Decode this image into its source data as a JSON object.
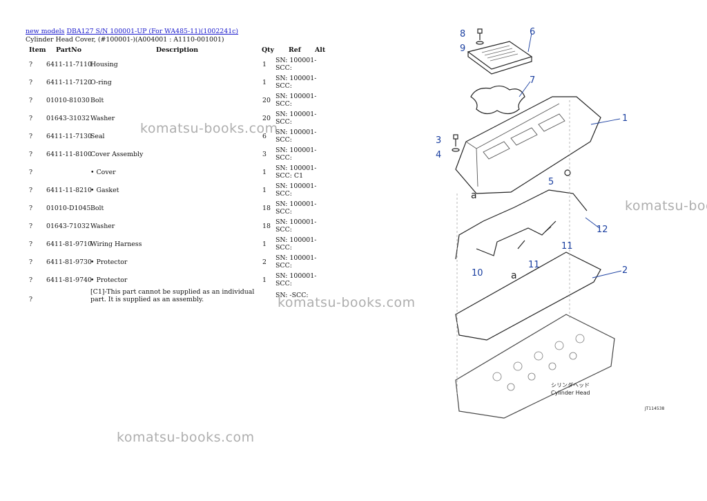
{
  "breadcrumb": {
    "link1": "new models",
    "link2": "DBA127 S/N 100001-UP (For WA485-11)(1002241c)"
  },
  "subtitle": "Cylinder Head Cover, (#100001-)(A004001 : A1110-001001)",
  "table": {
    "headers": {
      "item": "Item",
      "partno": "PartNo",
      "description": "Description",
      "qty": "Qty",
      "ref": "Ref",
      "alt": "Alt"
    },
    "rows": [
      {
        "item": "?",
        "partno": "6411-11-7110",
        "description": "Housing",
        "qty": "1",
        "ref": "SN: 100001-SCC:"
      },
      {
        "item": "?",
        "partno": "6411-11-7120",
        "description": "O-ring",
        "qty": "1",
        "ref": "SN: 100001-SCC:"
      },
      {
        "item": "?",
        "partno": "01010-81030",
        "description": "Bolt",
        "qty": "20",
        "ref": "SN: 100001-SCC:"
      },
      {
        "item": "?",
        "partno": "01643-31032",
        "description": "Washer",
        "qty": "20",
        "ref": "SN: 100001-SCC:"
      },
      {
        "item": "?",
        "partno": "6411-11-7130",
        "description": "Seal",
        "qty": "6",
        "ref": "SN: 100001-SCC:"
      },
      {
        "item": "?",
        "partno": "6411-11-8100",
        "description": "Cover Assembly",
        "qty": "3",
        "ref": "SN: 100001-SCC:"
      },
      {
        "item": "?",
        "partno": "",
        "description": "• Cover",
        "qty": "1",
        "ref": "SN: 100001-SCC: C1"
      },
      {
        "item": "?",
        "partno": "6411-11-8210",
        "description": "• Gasket",
        "qty": "1",
        "ref": "SN: 100001-SCC:"
      },
      {
        "item": "?",
        "partno": "01010-D1045",
        "description": "Bolt",
        "qty": "18",
        "ref": "SN: 100001-SCC:"
      },
      {
        "item": "?",
        "partno": "01643-71032",
        "description": "Washer",
        "qty": "18",
        "ref": "SN: 100001-SCC:"
      },
      {
        "item": "?",
        "partno": "6411-81-9710",
        "description": "Wiring Harness",
        "qty": "1",
        "ref": "SN: 100001-SCC:"
      },
      {
        "item": "?",
        "partno": "6411-81-9730",
        "description": "• Protector",
        "qty": "2",
        "ref": "SN: 100001-SCC:"
      },
      {
        "item": "?",
        "partno": "6411-81-9740",
        "description": "• Protector",
        "qty": "1",
        "ref": "SN: 100001-SCC:"
      },
      {
        "item": "?",
        "partno": "",
        "description": "[C1]-This part cannot be supplied as an individual part. It is supplied as an assembly.",
        "qty": "",
        "ref": "SN: -SCC:"
      }
    ]
  },
  "watermark": "komatsu-books.com",
  "diagram": {
    "callouts": [
      "1",
      "2",
      "3",
      "4",
      "5",
      "6",
      "7",
      "8",
      "9",
      "10",
      "11",
      "11",
      "12"
    ],
    "view_marks": [
      "a",
      "a"
    ],
    "head_label_jp": "シリンダヘッド",
    "head_label_en": "Cylinder Head",
    "figure_id": "JT114538",
    "callout_color": "#1a3fa0"
  }
}
